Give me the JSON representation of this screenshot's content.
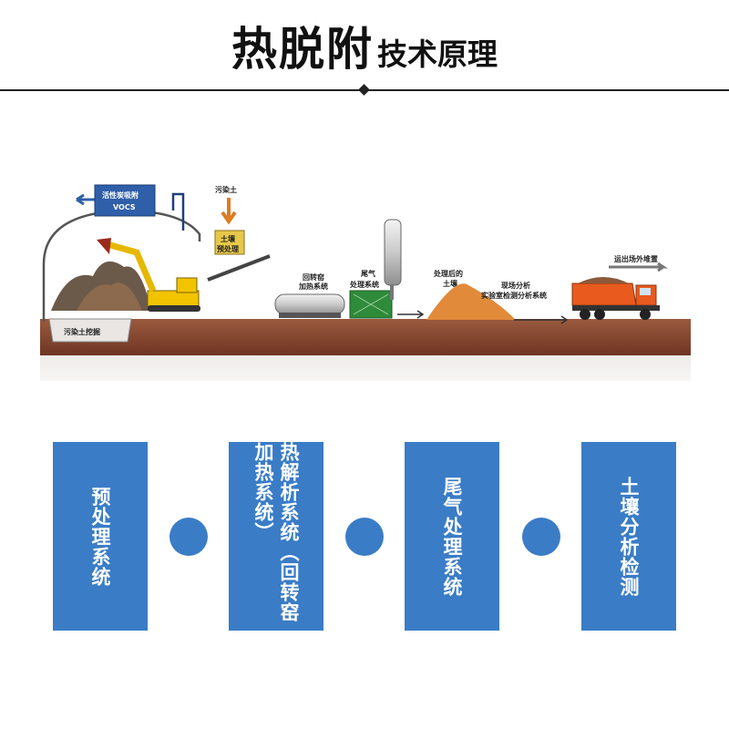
{
  "header": {
    "title_main": "热脱附",
    "title_sub": "技术原理"
  },
  "scene": {
    "labels": {
      "vocs_box_line1": "活性炭吸附",
      "vocs_box_line2": "VOCS",
      "contaminated_soil": "污染土",
      "pretreat_line1": "土壤",
      "pretreat_line2": "预处理",
      "kiln_line1": "回转窑",
      "kiln_line2": "加热系统",
      "tailgas_line1": "尾气",
      "tailgas_line2": "处理系统",
      "treated_line1": "处理后的",
      "treated_line2": "土壤",
      "analysis_line1": "现场分析",
      "analysis_line2": "实验室检测分析系统",
      "transport": "运出场外堆置",
      "excavation": "污染土挖掘"
    },
    "colors": {
      "ground": "#8b4a32",
      "soil": "#e08a3a",
      "blue_box": "#2f5fa8",
      "green_unit": "#2e8b3a",
      "excavator": "#f2c400",
      "truck": "#e85a1e"
    }
  },
  "steps": [
    {
      "label": "预处理系统"
    },
    {
      "label": "热解析系统（回转窑加热系统）"
    },
    {
      "label": "尾气处理系统"
    },
    {
      "label": "土壤分析检测"
    }
  ],
  "colors": {
    "accent": "#3a7cc6",
    "title": "#111111"
  }
}
